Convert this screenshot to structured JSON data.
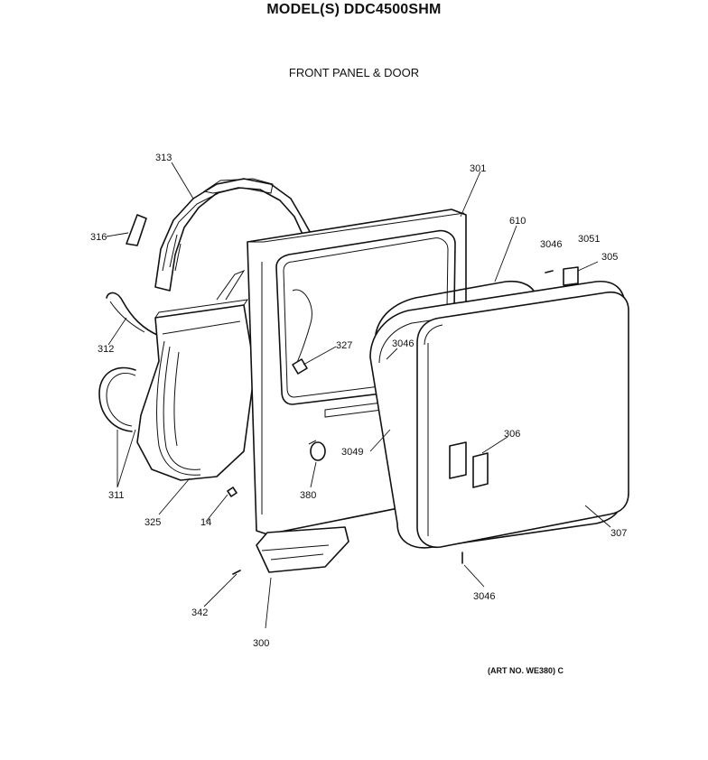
{
  "header": {
    "title": "MODEL(S) DDC4500SHM",
    "subtitle": "FRONT PANEL & DOOR",
    "art_no": "(ART NO. WE380) C"
  },
  "callouts": [
    {
      "id": "c313",
      "text": "313"
    },
    {
      "id": "c316",
      "text": "316"
    },
    {
      "id": "c301",
      "text": "301"
    },
    {
      "id": "c610",
      "text": "610"
    },
    {
      "id": "c3046a",
      "text": "3046"
    },
    {
      "id": "c3051",
      "text": "3051"
    },
    {
      "id": "c305",
      "text": "305"
    },
    {
      "id": "c312",
      "text": "312"
    },
    {
      "id": "c327",
      "text": "327"
    },
    {
      "id": "c3046b",
      "text": "3046"
    },
    {
      "id": "c3049",
      "text": "3049"
    },
    {
      "id": "c306",
      "text": "306"
    },
    {
      "id": "c311",
      "text": "311"
    },
    {
      "id": "c325",
      "text": "325"
    },
    {
      "id": "c14",
      "text": "14"
    },
    {
      "id": "c380",
      "text": "380"
    },
    {
      "id": "c307",
      "text": "307"
    },
    {
      "id": "c342",
      "text": "342"
    },
    {
      "id": "c300",
      "text": "300"
    },
    {
      "id": "c3046c",
      "text": "3046"
    }
  ]
}
